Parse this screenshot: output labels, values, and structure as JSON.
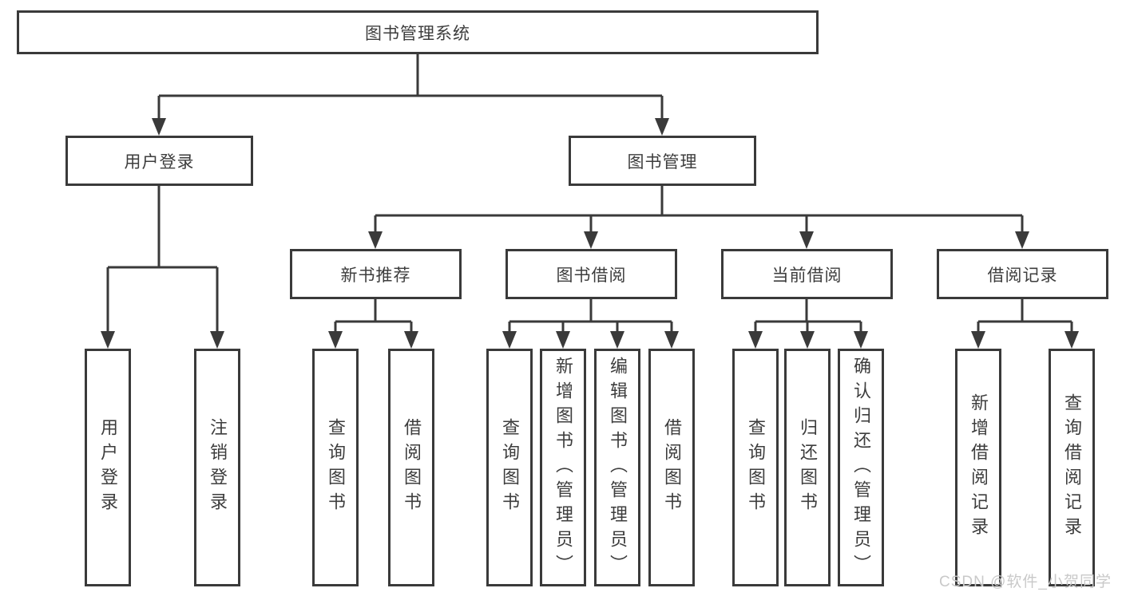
{
  "tree": {
    "label": "图书管理系统",
    "children": [
      {
        "label": "用户登录",
        "children": [
          {
            "label": "用户登录"
          },
          {
            "label": "注销登录"
          }
        ]
      },
      {
        "label": "图书管理",
        "children": [
          {
            "label": "新书推荐",
            "children": [
              {
                "label": "查询图书"
              },
              {
                "label": "借阅图书"
              }
            ]
          },
          {
            "label": "图书借阅",
            "children": [
              {
                "label": "查询图书"
              },
              {
                "label": "新增图书（管理员）"
              },
              {
                "label": "编辑图书（管理员）"
              },
              {
                "label": "借阅图书"
              }
            ]
          },
          {
            "label": "当前借阅",
            "children": [
              {
                "label": "查询图书"
              },
              {
                "label": "归还图书"
              },
              {
                "label": "确认归还（管理员）"
              }
            ]
          },
          {
            "label": "借阅记录",
            "children": [
              {
                "label": "新增借阅记录"
              },
              {
                "label": "查询借阅记录"
              }
            ]
          }
        ]
      }
    ]
  },
  "watermark": {
    "text": "CSDN @软件_小贺同学"
  },
  "colors": {
    "line": "#3a3a3a",
    "box_border": "#3a3a3a",
    "box_background": "#ffffff",
    "text": "#3d3d3d",
    "watermark": "#c9c9c9",
    "page_background": "#ffffff"
  }
}
